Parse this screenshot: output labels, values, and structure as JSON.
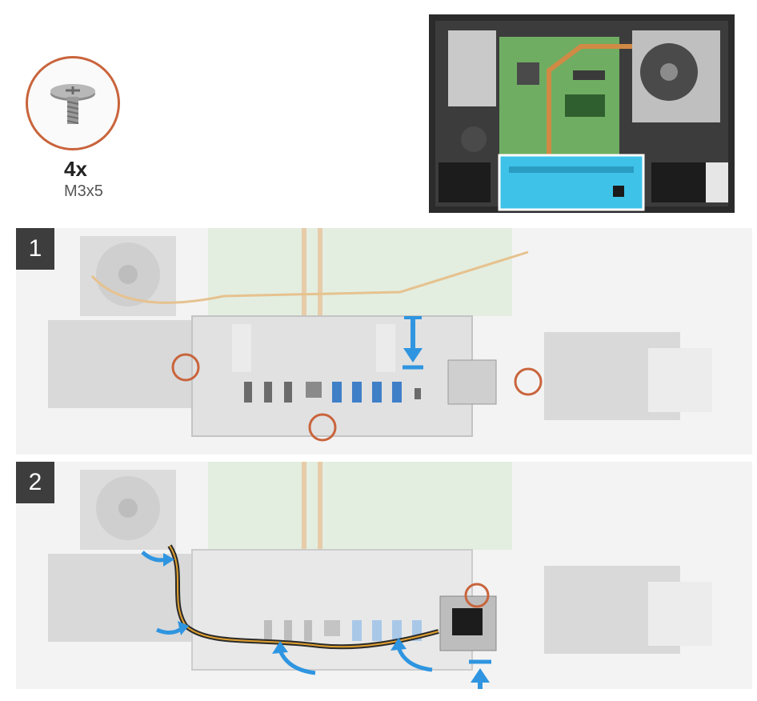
{
  "screw": {
    "count_label": "4x",
    "size_label": "M3x5",
    "icon": "screw-icon"
  },
  "steps": [
    {
      "number": "1"
    },
    {
      "number": "2"
    }
  ],
  "colors": {
    "callout_ring": "#c9643c",
    "arrow_blue": "#2f95e0",
    "highlight_cyan": "#3fc2e8",
    "step_badge": "#3d3d3d",
    "board_green": "#7ab26a",
    "heatpipe": "#c98a4a"
  },
  "icons": [
    "screw-icon",
    "fan-icon",
    "screw-callout-circle",
    "arrow-down-icon",
    "arrow-up-icon",
    "curved-arrow-icon",
    "power-port-icon"
  ]
}
